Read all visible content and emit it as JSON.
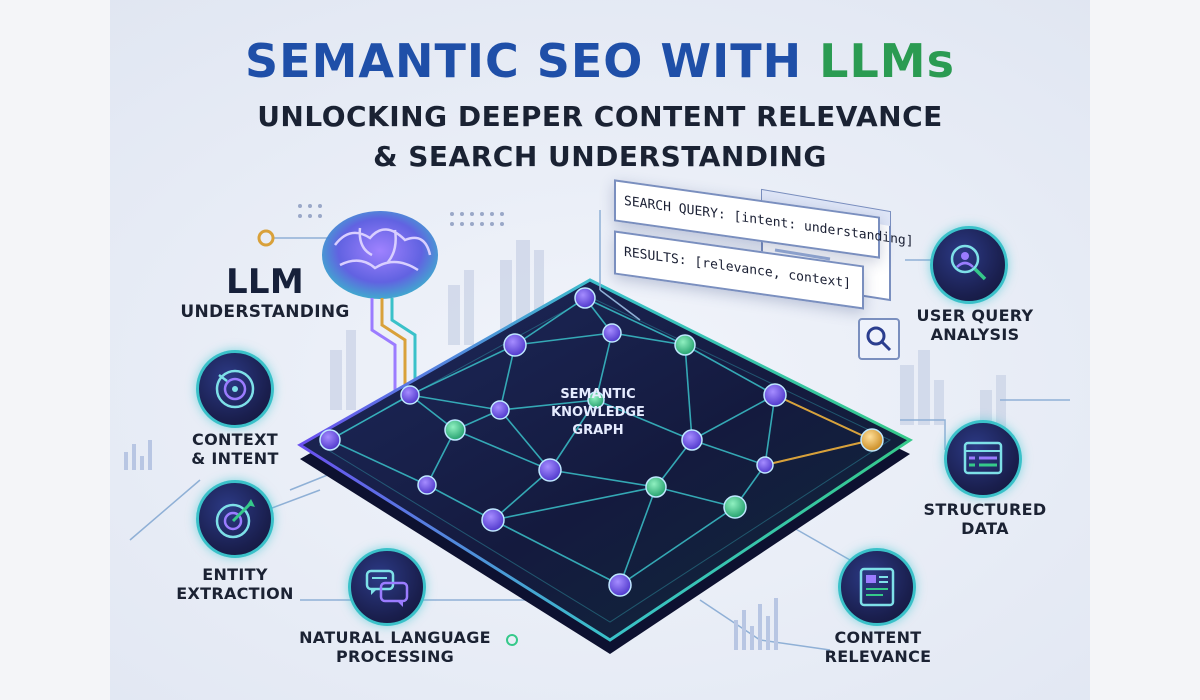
{
  "title": {
    "main_part1": "SEMANTIC SEO WITH ",
    "main_part2": "LLMs",
    "line2": "UNLOCKING DEEPER CONTENT RELEVANCE",
    "line3": "& SEARCH UNDERSTANDING"
  },
  "center": {
    "line1": "SEMANTIC",
    "line2": "KNOWLEDGE",
    "line3": "GRAPH"
  },
  "search_panel": {
    "query": "SEARCH QUERY: [intent: understanding]",
    "results": "RESULTS: [relevance, context]"
  },
  "left_labels": {
    "llm_big": "LLM",
    "llm_small": "UNDERSTANDING",
    "context_1": "CONTEXT",
    "context_2": "& INTENT",
    "entity_1": "ENTITY",
    "entity_2": "EXTRACTION",
    "nlp_1": "NATURAL LANGUAGE",
    "nlp_2": "PROCESSING"
  },
  "right_labels": {
    "uqa_1": "USER QUERY",
    "uqa_2": "ANALYSIS",
    "sd_1": "STRUCTURED",
    "sd_2": "DATA",
    "cr_1": "CONTENT",
    "cr_2": "RELEVANCE"
  },
  "icons": {
    "context": "target-spiral-icon",
    "entity": "target-arrow-icon",
    "nlp": "chat-bubbles-icon",
    "user_query": "user-search-icon",
    "structured": "data-table-icon",
    "content": "document-layout-icon",
    "brain": "brain-icon",
    "search": "magnifier-icon"
  },
  "colors": {
    "title_blue": "#1f4fa8",
    "title_green": "#2b9b52",
    "platform_dark": "#141a3e",
    "node_purple": "#6a4ff0",
    "node_green": "#35c98a",
    "accent_cyan": "#3ac1c9",
    "accent_gold": "#d9a13a"
  }
}
